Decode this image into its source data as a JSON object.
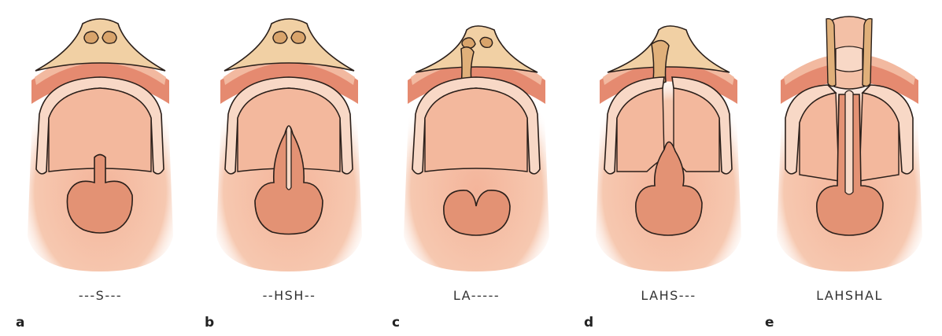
{
  "colors": {
    "tissue_pale": "#f5cdb4",
    "tissue_edge": "#e8a487",
    "lip_band": "#e58a70",
    "lip_band_light": "#f2b9a0",
    "palate": "#f3b89d",
    "palate_ridge": "#f8d8c6",
    "cleft_fill": "#e39274",
    "nose_fill": "#f1d0a4",
    "nose_dark": "#d9a46b",
    "outline": "#2a1f1a"
  },
  "panels": [
    {
      "letter": "a",
      "code": "---S---",
      "cleft": "secondary-palate-only"
    },
    {
      "letter": "b",
      "code": "--HSH--",
      "cleft": "hard-and-soft-palate"
    },
    {
      "letter": "c",
      "code": "LA-----",
      "cleft": "lip-and-alveolus"
    },
    {
      "letter": "d",
      "code": "LAHS---",
      "cleft": "unilateral-complete"
    },
    {
      "letter": "e",
      "code": "LAHSHAL",
      "cleft": "bilateral-complete"
    }
  ]
}
